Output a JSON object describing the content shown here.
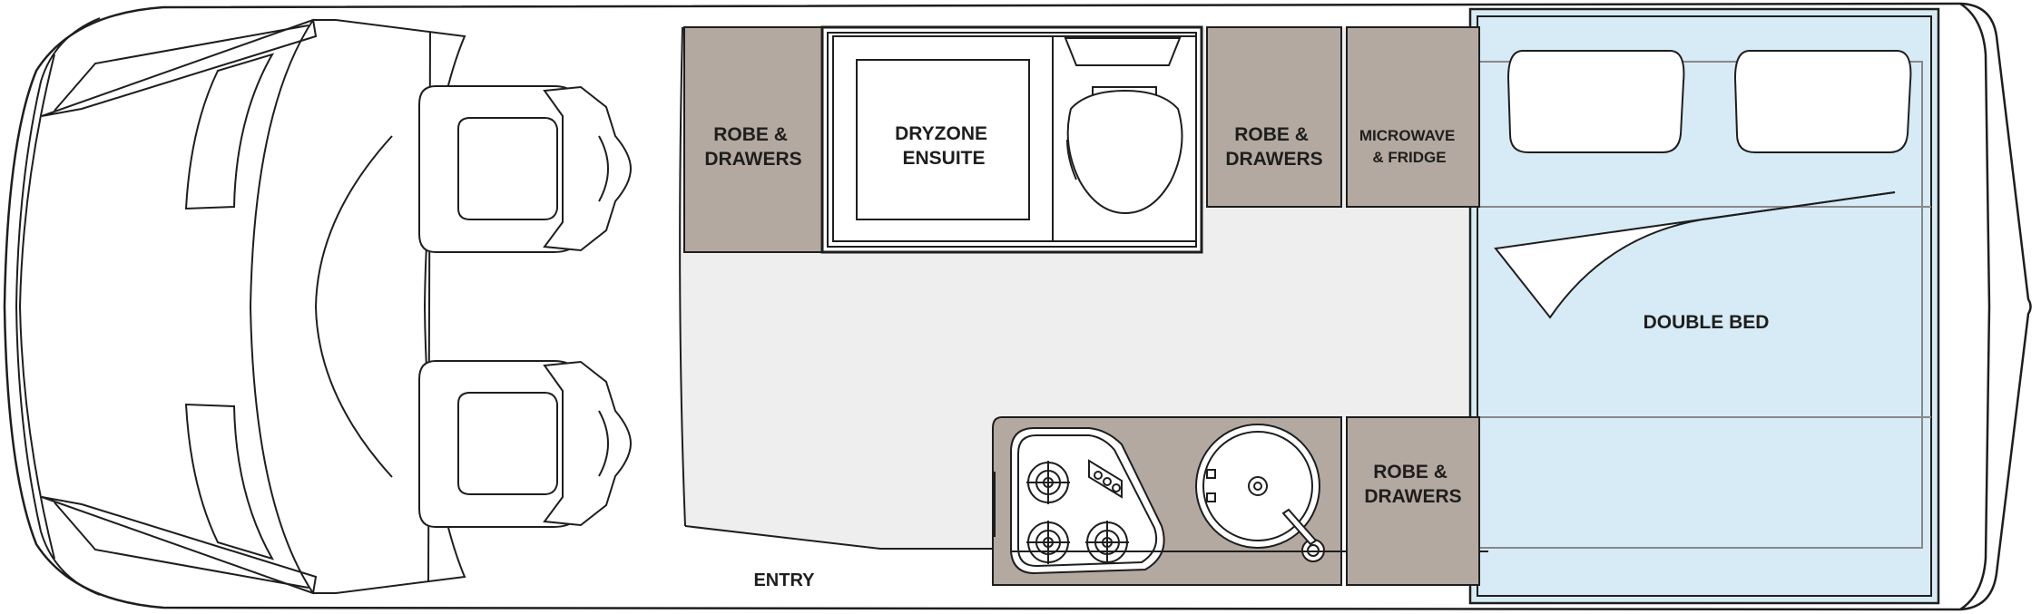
{
  "labels": {
    "robe_front_l1": "ROBE &",
    "robe_front_l2": "DRAWERS",
    "ensuite_l1": "DRYZONE",
    "ensuite_l2": "ENSUITE",
    "robe_mid_l1": "ROBE &",
    "robe_mid_l2": "DRAWERS",
    "micro_l1": "MICROWAVE",
    "micro_l2": "& FRIDGE",
    "robe_rear_l1": "ROBE &",
    "robe_rear_l2": "DRAWERS",
    "bed": "DOUBLE BED",
    "entry": "ENTRY"
  },
  "colors": {
    "cabinet": "#b3a9a0",
    "bed": "#d6ebf5",
    "floor": "#eeeeee",
    "line": "#1e1e1e"
  }
}
